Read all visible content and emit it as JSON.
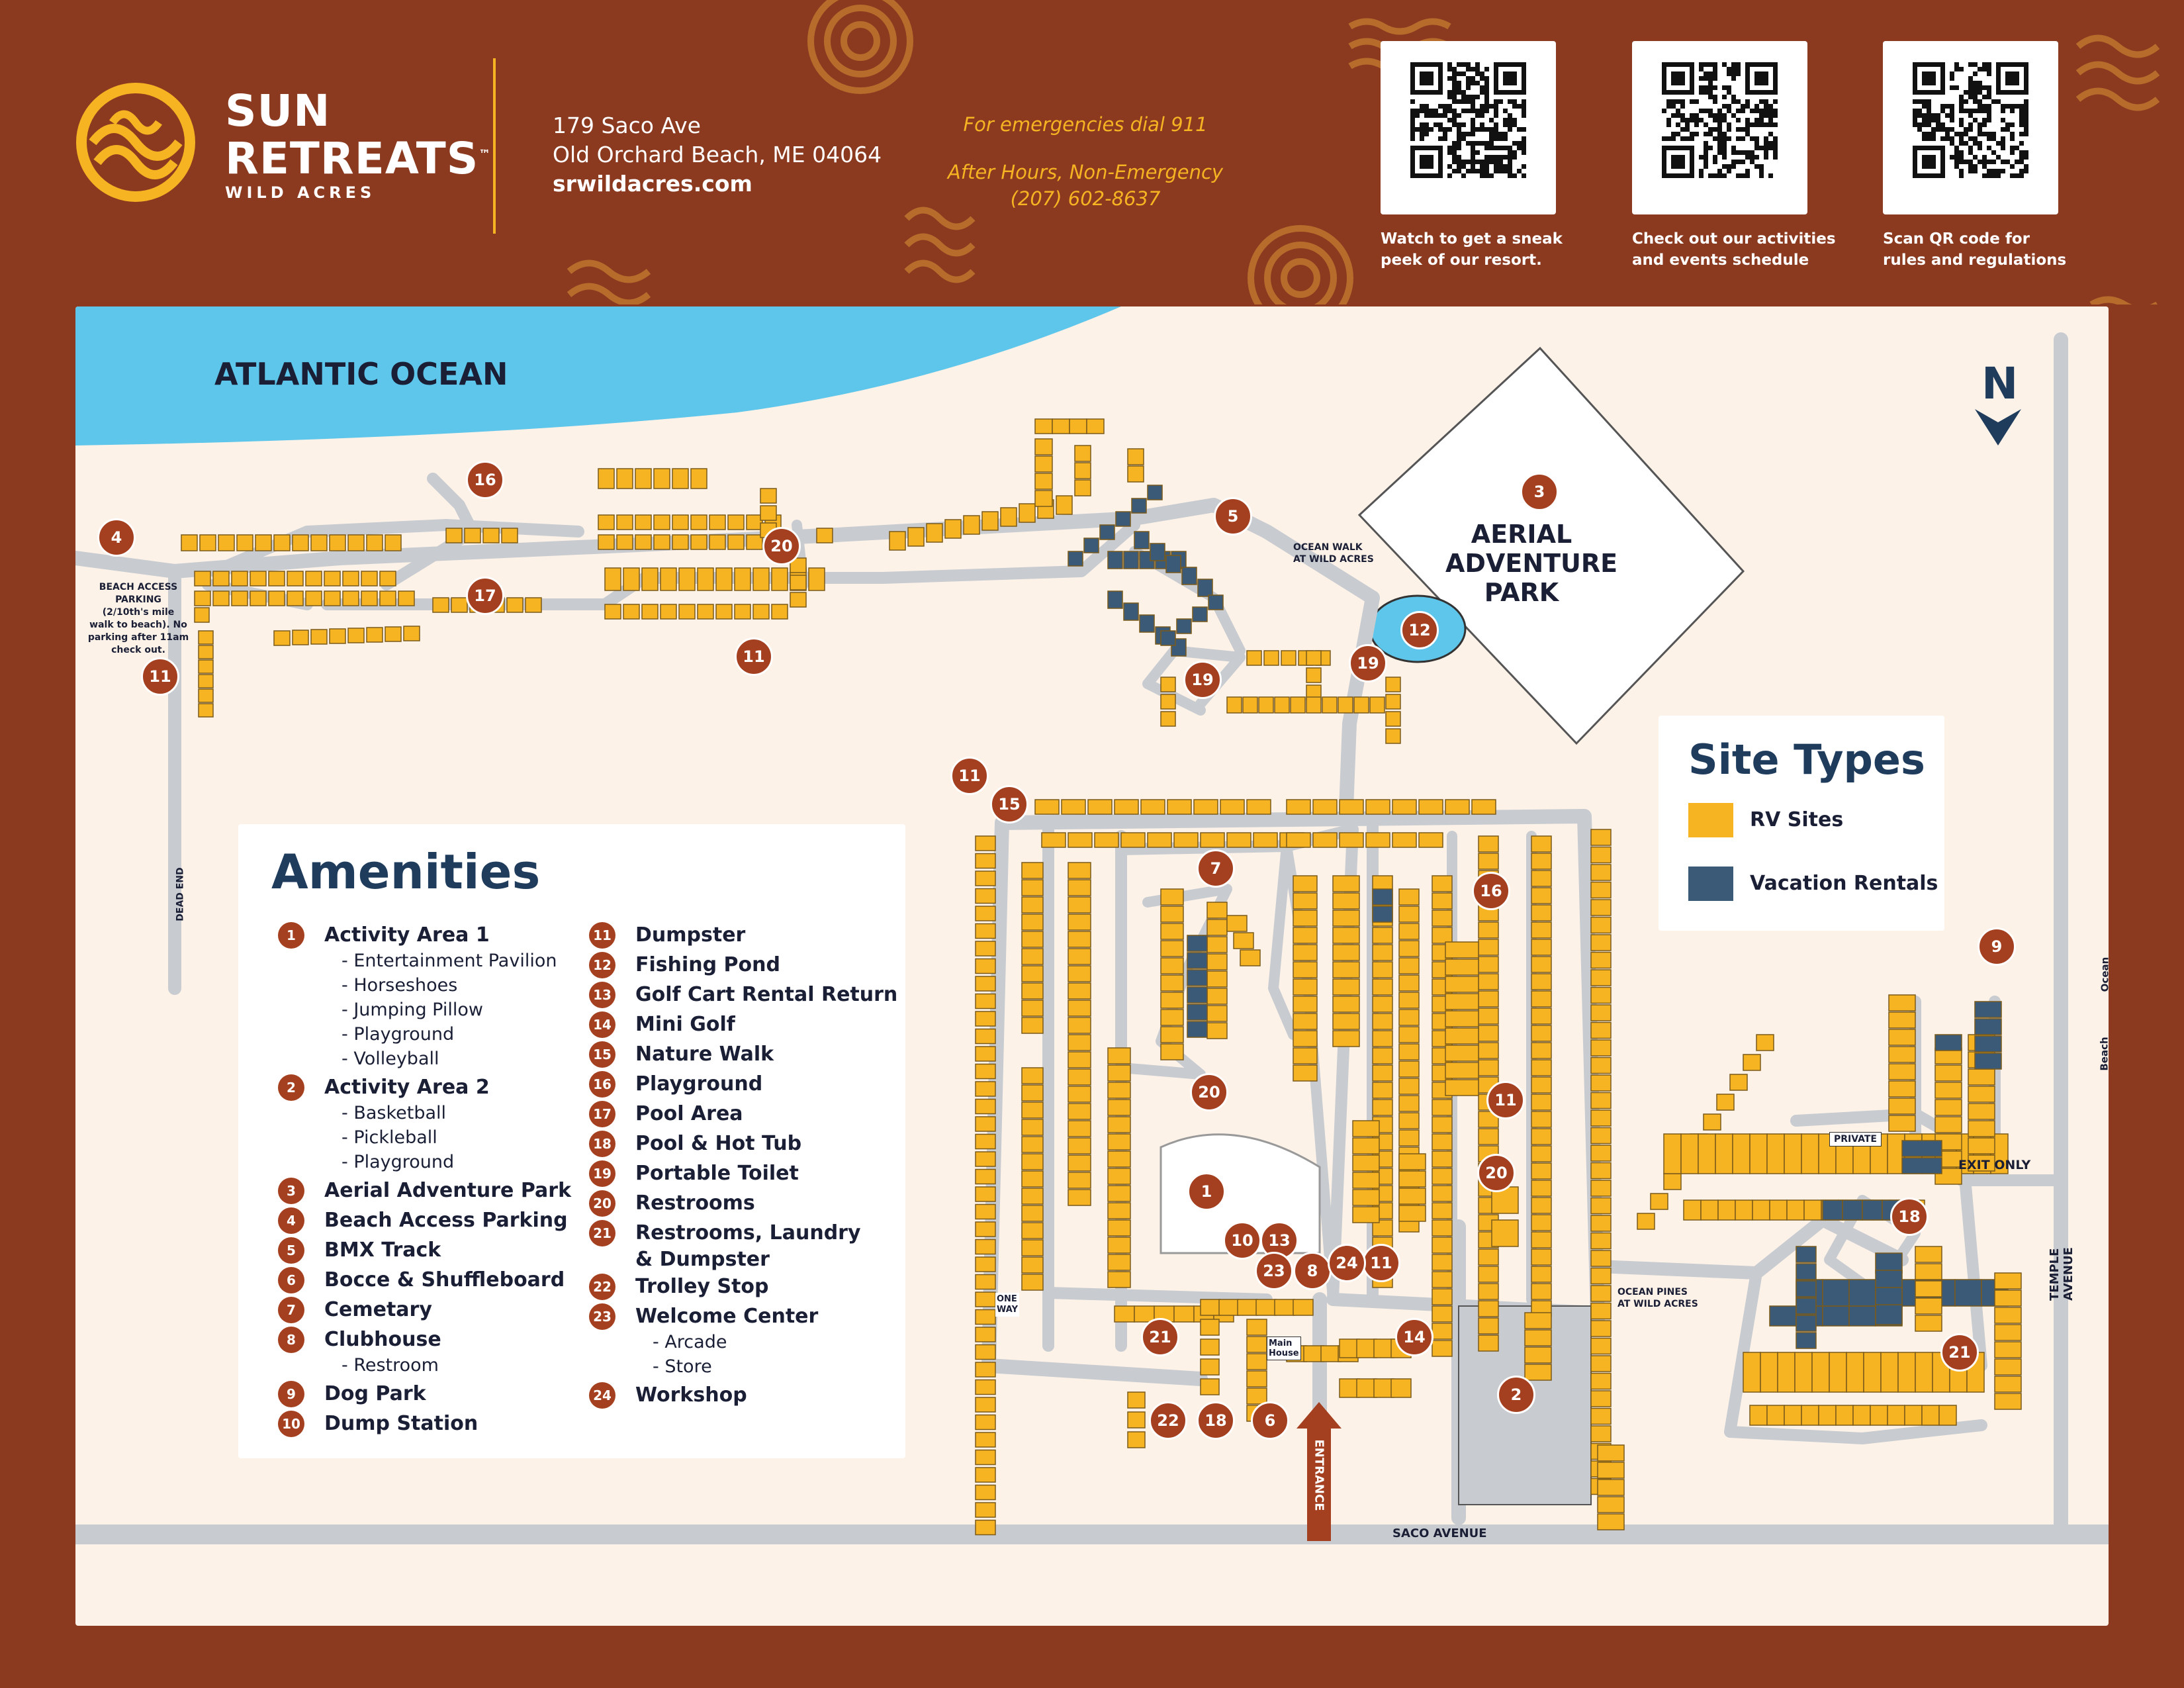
{
  "brand": {
    "line1": "SUN",
    "line2": "RETREATS",
    "tm": "™",
    "line3": "WILD ACRES"
  },
  "address": {
    "street": "179 Saco Ave",
    "city": "Old Orchard Beach, ME 04064",
    "website": "srwildacres.com"
  },
  "emergency": {
    "line1": "For emergencies dial 911",
    "line2": "After Hours, Non-Emergency",
    "phone": "(207) 602-8637"
  },
  "qr": [
    {
      "caption1": "Watch to get a sneak",
      "caption2": "peek of our resort."
    },
    {
      "caption1": "Check out our activities",
      "caption2": "and events schedule"
    },
    {
      "caption1": "Scan QR code for",
      "caption2": "rules and regulations"
    }
  ],
  "map": {
    "ocean_label": "ATLANTIC OCEAN",
    "aerial_label_1": "AERIAL",
    "aerial_label_2": "ADVENTURE",
    "aerial_label_3": "PARK",
    "north": "N",
    "beach_parking": "BEACH ACCESS PARKING",
    "beach_parking_note1": "(2/10th's mile",
    "beach_parking_note2": "walk to beach). No",
    "beach_parking_note3": "parking after 11am",
    "beach_parking_note4": "check out.",
    "dead_end": "DEAD END",
    "ocean_walk_1": "OCEAN WALK",
    "ocean_walk_2": "AT WILD ACRES",
    "ocean_pines_1": "OCEAN PINES",
    "ocean_pines_2": "AT WILD ACRES",
    "saco_avenue": "SACO AVENUE",
    "temple_avenue": "TEMPLE AVENUE",
    "entrance": "ENTRANCE",
    "exit_only": "EXIT ONLY",
    "private": "PRIVATE",
    "one_way_1": "ONE",
    "one_way_2": "WAY",
    "ocean_side": "Ocean",
    "beach_side": "Beach",
    "main_house_1": "Main",
    "main_house_2": "House"
  },
  "markers": [
    "1",
    "2",
    "3",
    "4",
    "5",
    "6",
    "7",
    "8",
    "9",
    "10",
    "11",
    "12",
    "13",
    "14",
    "15",
    "16",
    "17",
    "18",
    "19",
    "20",
    "21",
    "22",
    "23",
    "24"
  ],
  "amenities": {
    "title": "Amenities",
    "items": [
      {
        "num": "1",
        "title": "Activity Area 1",
        "subs": [
          "- Entertainment Pavilion",
          "- Horseshoes",
          "- Jumping Pillow",
          "- Playground",
          "- Volleyball"
        ]
      },
      {
        "num": "2",
        "title": "Activity Area 2",
        "subs": [
          "- Basketball",
          "- Pickleball",
          "- Playground"
        ]
      },
      {
        "num": "3",
        "title": "Aerial Adventure Park",
        "subs": []
      },
      {
        "num": "4",
        "title": "Beach Access Parking",
        "subs": []
      },
      {
        "num": "5",
        "title": "BMX Track",
        "subs": []
      },
      {
        "num": "6",
        "title": "Bocce & Shuffleboard",
        "subs": []
      },
      {
        "num": "7",
        "title": "Cemetary",
        "subs": []
      },
      {
        "num": "8",
        "title": "Clubhouse",
        "subs": [
          "- Restroom"
        ]
      },
      {
        "num": "9",
        "title": "Dog Park",
        "subs": []
      },
      {
        "num": "10",
        "title": "Dump Station",
        "subs": []
      },
      {
        "num": "11",
        "title": "Dumpster",
        "subs": []
      },
      {
        "num": "12",
        "title": "Fishing Pond",
        "subs": []
      },
      {
        "num": "13",
        "title": "Golf Cart Rental Return",
        "subs": []
      },
      {
        "num": "14",
        "title": "Mini Golf",
        "subs": []
      },
      {
        "num": "15",
        "title": "Nature Walk",
        "subs": []
      },
      {
        "num": "16",
        "title": "Playground",
        "subs": []
      },
      {
        "num": "17",
        "title": "Pool Area",
        "subs": []
      },
      {
        "num": "18",
        "title": "Pool & Hot Tub",
        "subs": []
      },
      {
        "num": "19",
        "title": "Portable Toilet",
        "subs": []
      },
      {
        "num": "20",
        "title": "Restrooms",
        "subs": []
      },
      {
        "num": "21",
        "title": "Restrooms, Laundry",
        "title2": "& Dumpster",
        "subs": []
      },
      {
        "num": "22",
        "title": "Trolley Stop",
        "subs": []
      },
      {
        "num": "23",
        "title": "Welcome Center",
        "subs": [
          "- Arcade",
          "- Store"
        ]
      },
      {
        "num": "24",
        "title": "Workshop",
        "subs": []
      }
    ]
  },
  "site_types": {
    "title": "Site Types",
    "rv": {
      "label": "RV Sites",
      "color": "#f6b322"
    },
    "vacation": {
      "label": "Vacation Rentals",
      "color": "#3a5a78"
    }
  },
  "colors": {
    "background": "#8b3a20",
    "accent": "#f6b322",
    "map_bg": "#fdf2e8",
    "road": "#c8ccd1",
    "ocean": "#5ec6ea",
    "marker": "#a4401f",
    "navy": "#1f3c5c"
  }
}
